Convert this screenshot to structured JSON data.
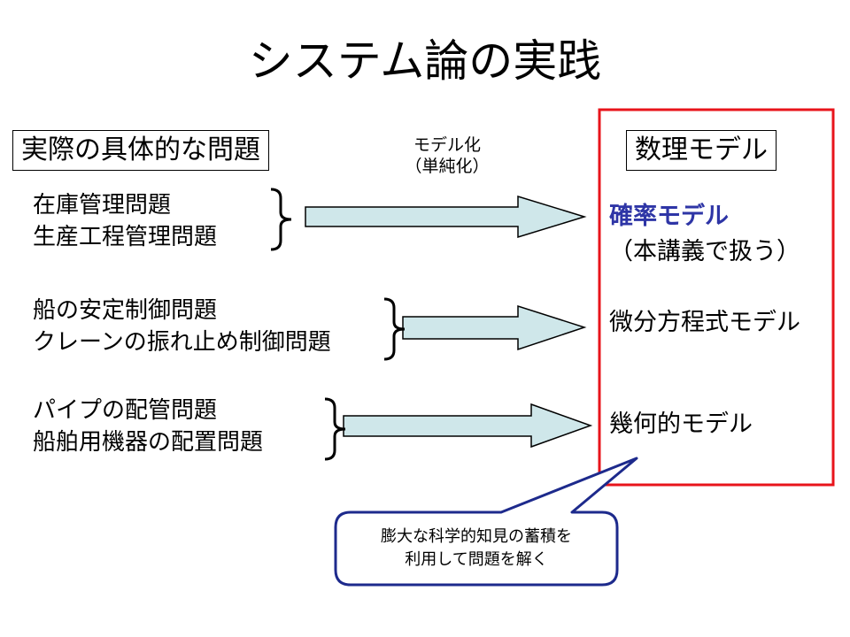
{
  "title": "システム論の実践",
  "left_header": "実際の具体的な問題",
  "right_header": "数理モデル",
  "modeling_label": {
    "line1": "モデル化",
    "line2": "（単純化）"
  },
  "problem_groups": [
    {
      "line1": "在庫管理問題",
      "line2": "生産工程管理問題"
    },
    {
      "line1": "船の安定制御問題",
      "line2": "クレーンの振れ止め制御問題"
    },
    {
      "line1": "パイプの配管問題",
      "line2": "船舶用機器の配置問題"
    }
  ],
  "models": [
    {
      "line1": "確率モデル",
      "line2": "（本講義で扱う）"
    },
    {
      "line1": "微分方程式モデル"
    },
    {
      "line1": "幾何的モデル"
    }
  ],
  "callout": {
    "line1": "膨大な科学的知見の蓄積を",
    "line2": "利用して問題を解く"
  },
  "colors": {
    "arrow_fill": "#cfe7ea",
    "red_frame": "#e8141b",
    "accent_text": "#2e35a6",
    "callout_border": "#1d2a8c"
  }
}
